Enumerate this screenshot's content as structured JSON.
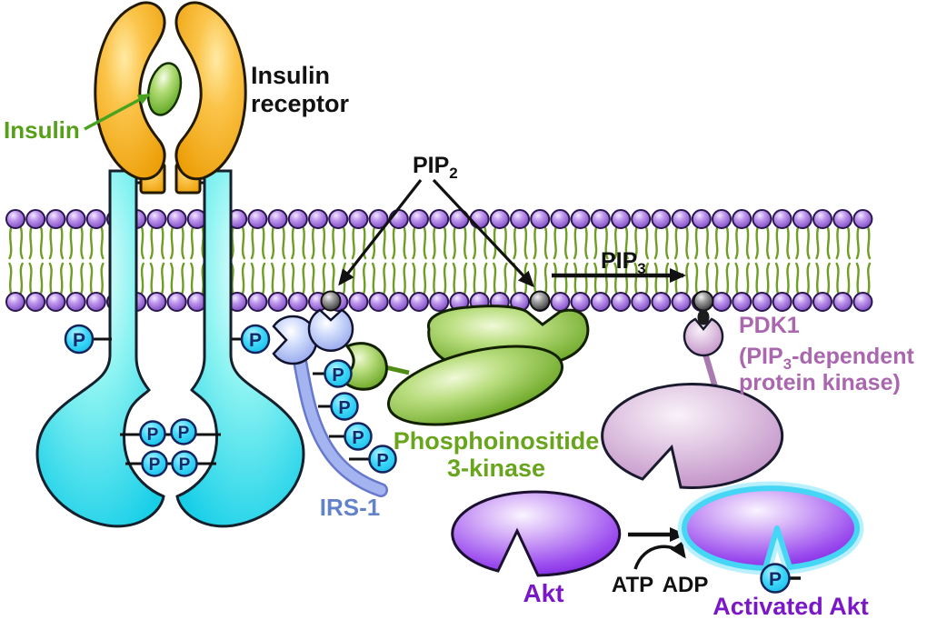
{
  "labels": {
    "insulin": "Insulin",
    "insulin_receptor": {
      "line1": "Insulin",
      "line2": "receptor"
    },
    "pip2": {
      "base": "PIP",
      "sub": "2"
    },
    "pip3": {
      "base": "PIP",
      "sub": "3"
    },
    "pdk1": {
      "line1": "PDK1",
      "line2_pre": "(PIP",
      "line2_sub": "3",
      "line2_post": "-dependent",
      "line3": "protein kinase)"
    },
    "pi3_kinase": {
      "line1": "Phosphoinositide",
      "line2": "3-kinase"
    },
    "irs1": "IRS-1",
    "akt": "Akt",
    "atp": "ATP",
    "adp": "ADP",
    "activated_akt": "Activated Akt",
    "phosphate": "P"
  },
  "colors": {
    "label_black": "#111111",
    "label_insulin_green": "#55a018",
    "label_pi3k_green": "#68a41c",
    "label_irs1_blue": "#6383c9",
    "label_pdk1_mauve": "#aa66ae",
    "label_akt_purple": "#7a18c8",
    "membrane_head_purple": "#9a68d0",
    "membrane_tail_green": "#6f9e22",
    "pip_head_gray": "#555555",
    "receptor_ecto_orange": "#f2a40e",
    "receptor_tm_cyan": "#35dcec",
    "insulin_green": "#78b82e",
    "irs1_blue": "#9fb0ee",
    "pi3k_green": "#74a82c",
    "pdk1_mauve": "#c795ca",
    "akt_purple": "#8c33e6",
    "activated_glow_cyan": "#49d7f8",
    "phosphate_cyan": "#2fd4f4"
  }
}
